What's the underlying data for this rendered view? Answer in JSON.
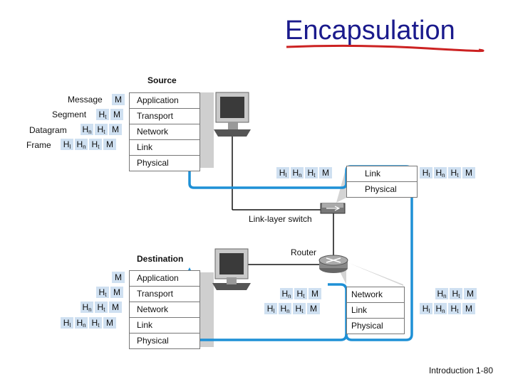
{
  "title": "Encapsulation",
  "footer": "Introduction 1-80",
  "colors": {
    "title": "#1a1a8c",
    "underline": "#cc2222",
    "path": "#1e90d6",
    "header_cell": "#cfe0f1"
  },
  "source": {
    "label": "Source",
    "left_labels": [
      "Message",
      "Segment",
      "Datagram",
      "Frame"
    ],
    "layers": [
      "Application",
      "Transport",
      "Network",
      "Link",
      "Physical"
    ]
  },
  "switch": {
    "label": "Link-layer switch",
    "layers": [
      "Link",
      "Physical"
    ]
  },
  "router": {
    "label": "Router",
    "layers": [
      "Network",
      "Link",
      "Physical"
    ]
  },
  "destination": {
    "label": "Destination",
    "layers": [
      "Application",
      "Transport",
      "Network",
      "Link",
      "Physical"
    ]
  },
  "headers": {
    "M": "M",
    "Hl": "H",
    "Hl_sub": "l",
    "Hn": "H",
    "Hn_sub": "n",
    "Ht": "H",
    "Ht_sub": "t"
  }
}
